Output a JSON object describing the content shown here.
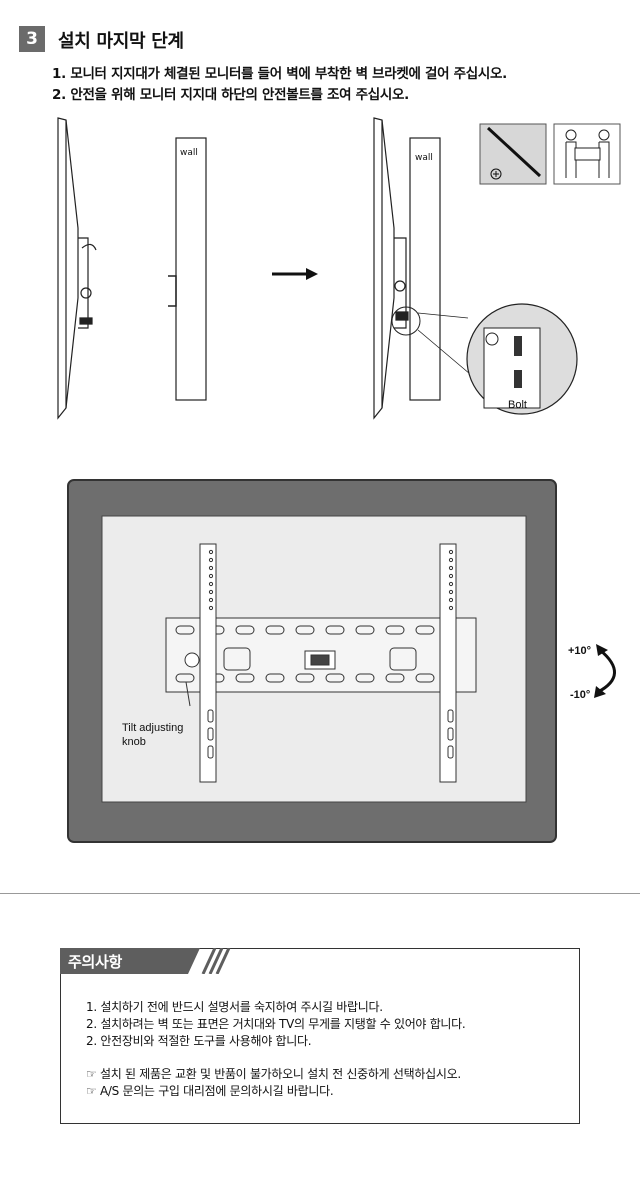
{
  "step": {
    "number": "3",
    "title": "설치 마지막 단계"
  },
  "instructions": [
    "1. 모니터 지지대가 체결된 모니터를 들어 벽에 부착한 벽 브라켓에 걸어 주십시오.",
    "2. 안전을 위해 모니터 지지대 하단의 안전볼트를 조여 주십시오."
  ],
  "diagram": {
    "wall_label_left": "wall",
    "wall_label_right": "wall",
    "bolt_label": "Bolt",
    "tilt_plus": "+10°",
    "tilt_minus": "-10°",
    "knob_label_line1": "Tilt adjusting",
    "knob_label_line2": "knob"
  },
  "caution": {
    "title": "주의사항",
    "items": [
      "1. 설치하기 전에 반드시 설명서를 숙지하여 주시길 바랍니다.",
      "2. 설치하려는 벽 또는 표면은 거치대와 TV의 무게를 지탱할 수 있어야 합니다.",
      "2. 안전장비와 적절한 도구를 사용해야 합니다."
    ],
    "notes": [
      "☞ 설치 된 제품은 교환 및 반품이 불가하오니 설치 전 신중하게 선택하십시오.",
      "☞ A/S 문의는 구입 대리점에 문의하시길 바랍니다."
    ]
  },
  "colors": {
    "badge": "#6b6b6b",
    "frame": "#6e6e6e",
    "screen": "#ececec",
    "tab": "#5e5e5e"
  }
}
